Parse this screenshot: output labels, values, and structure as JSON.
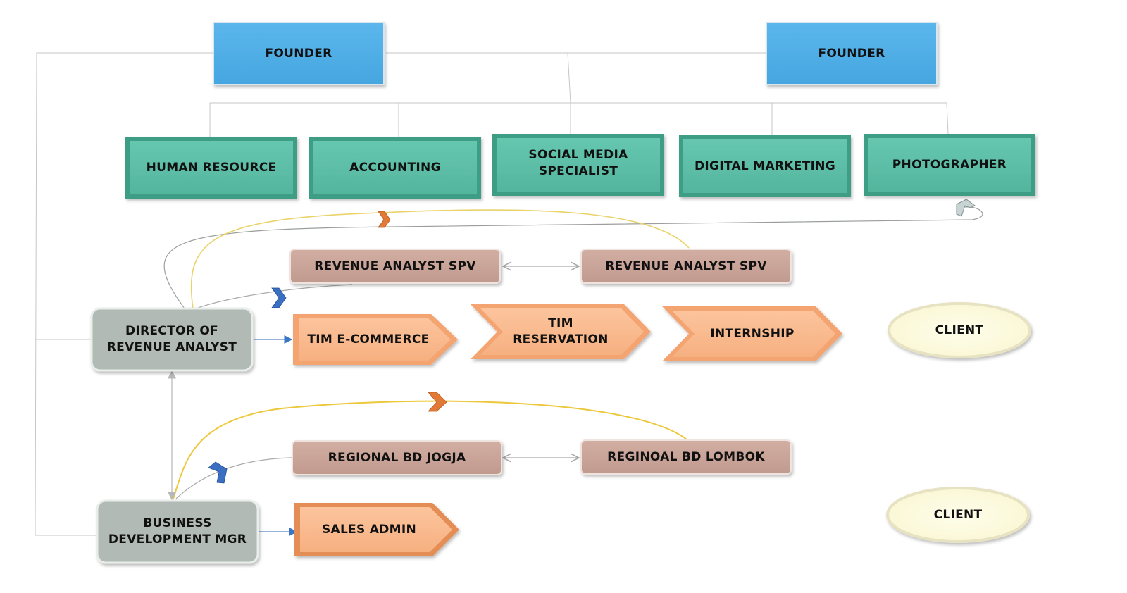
{
  "founders": [
    {
      "label": "FOUNDER"
    },
    {
      "label": "FOUNDER"
    }
  ],
  "departments": [
    {
      "label": "HUMAN RESOURCE"
    },
    {
      "label": "ACCOUNTING"
    },
    {
      "lines": [
        "SOCIAL MEDIA",
        "SPECIALIST"
      ]
    },
    {
      "label": "DIGITAL MARKETING"
    },
    {
      "label": "PHOTOGRAPHER"
    }
  ],
  "director": {
    "lines": [
      "DIRECTOR OF",
      "REVENUE ANALYST"
    ]
  },
  "bd_manager": {
    "lines": [
      "BUSINESS",
      "DEVELOPMENT MGR"
    ]
  },
  "revenue_spv": [
    {
      "label": "REVENUE ANALYST SPV"
    },
    {
      "label": "REVENUE ANALYST SPV"
    }
  ],
  "teams": [
    {
      "label": "TIM E-COMMERCE"
    },
    {
      "lines": [
        "TIM",
        "RESERVATION"
      ]
    },
    {
      "label": "INTERNSHIP"
    }
  ],
  "regional": [
    {
      "label": "REGIONAL BD JOGJA"
    },
    {
      "label": "REGINOAL BD LOMBOK"
    }
  ],
  "sales_admin": {
    "label": "SALES ADMIN"
  },
  "clients": [
    {
      "label": "CLIENT"
    },
    {
      "label": "CLIENT"
    }
  ],
  "colors": {
    "founder_fill": "#4fade6",
    "department_fill": "#5dbfa8",
    "department_edge": "#2f8f7a",
    "spv_fill": "#c9a397",
    "team_fill": "#f8b98c",
    "team_edge": "#e08a52",
    "manager_fill": "#b1bab4",
    "client_fill": "#fbf9dd",
    "line_gray": "#b5b5b5",
    "line_yellow": "#f0d046",
    "arrow_blue": "#3a6fc2",
    "arrow_orange": "#e07a36"
  }
}
